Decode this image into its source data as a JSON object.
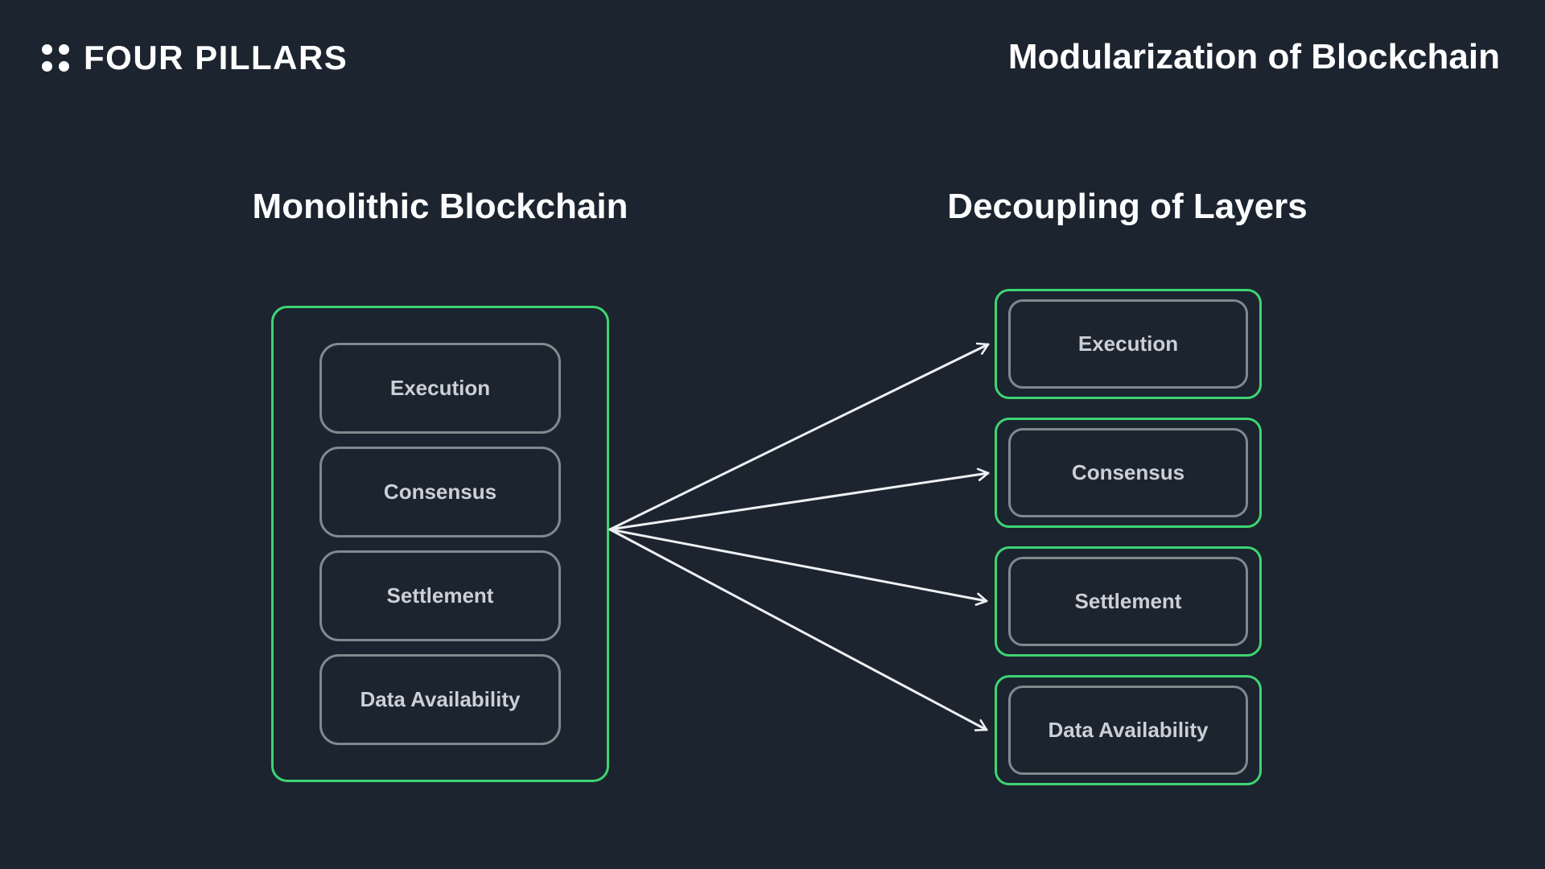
{
  "header": {
    "brand": "FOUR PILLARS",
    "title": "Modularization of Blockchain"
  },
  "left_panel": {
    "heading": "Monolithic Blockchain",
    "layers": [
      "Execution",
      "Consensus",
      "Settlement",
      "Data Availability"
    ]
  },
  "right_panel": {
    "heading": "Decoupling of Layers",
    "layers": [
      "Execution",
      "Consensus",
      "Settlement",
      "Data Availability"
    ]
  },
  "icons": {
    "brand_logo": "four-dots-icon",
    "arrow": "right-arrow-icon"
  },
  "colors": {
    "background": "#1C242F",
    "accent_green": "#3ED573",
    "border_gray": "#83888E",
    "box_label_text": "#CBD0D6",
    "heading_text": "#FFFFFF",
    "arrow_white": "#EEF1F4"
  }
}
